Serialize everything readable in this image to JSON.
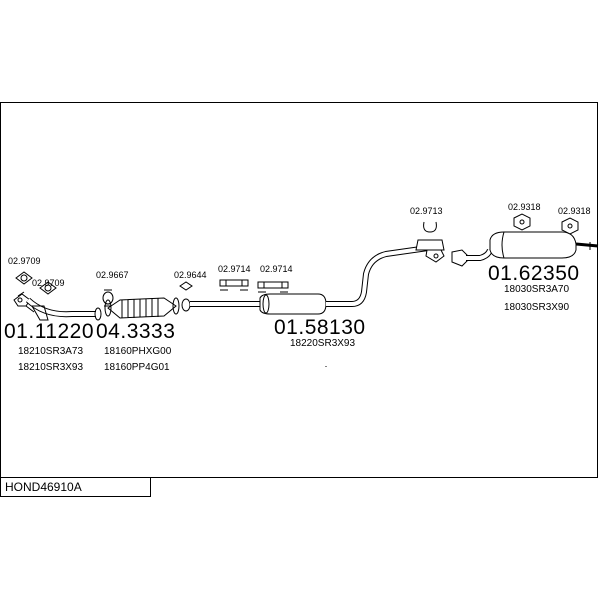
{
  "diagram_id": "HOND46910A",
  "groups": [
    {
      "key": "front_pipe",
      "part_number": "01.11220",
      "oe_numbers": [
        "18210SR3A73",
        "18210SR3X93"
      ]
    },
    {
      "key": "catalyst",
      "part_number": "04.3333",
      "oe_numbers": [
        "18160PHXG00",
        "18160PP4G01"
      ]
    },
    {
      "key": "middle_silencer",
      "part_number": "01.58130",
      "oe_numbers": [
        "18220SR3X93"
      ]
    },
    {
      "key": "rear_silencer",
      "part_number": "01.62350",
      "oe_numbers": [
        "18030SR3A70",
        "18030SR3X90"
      ]
    }
  ],
  "accessories": [
    "02.9709",
    "02.9709",
    "02.9667",
    "02.9644",
    "02.9714",
    "02.9714",
    "02.9713",
    "02.9318",
    "02.9318"
  ]
}
